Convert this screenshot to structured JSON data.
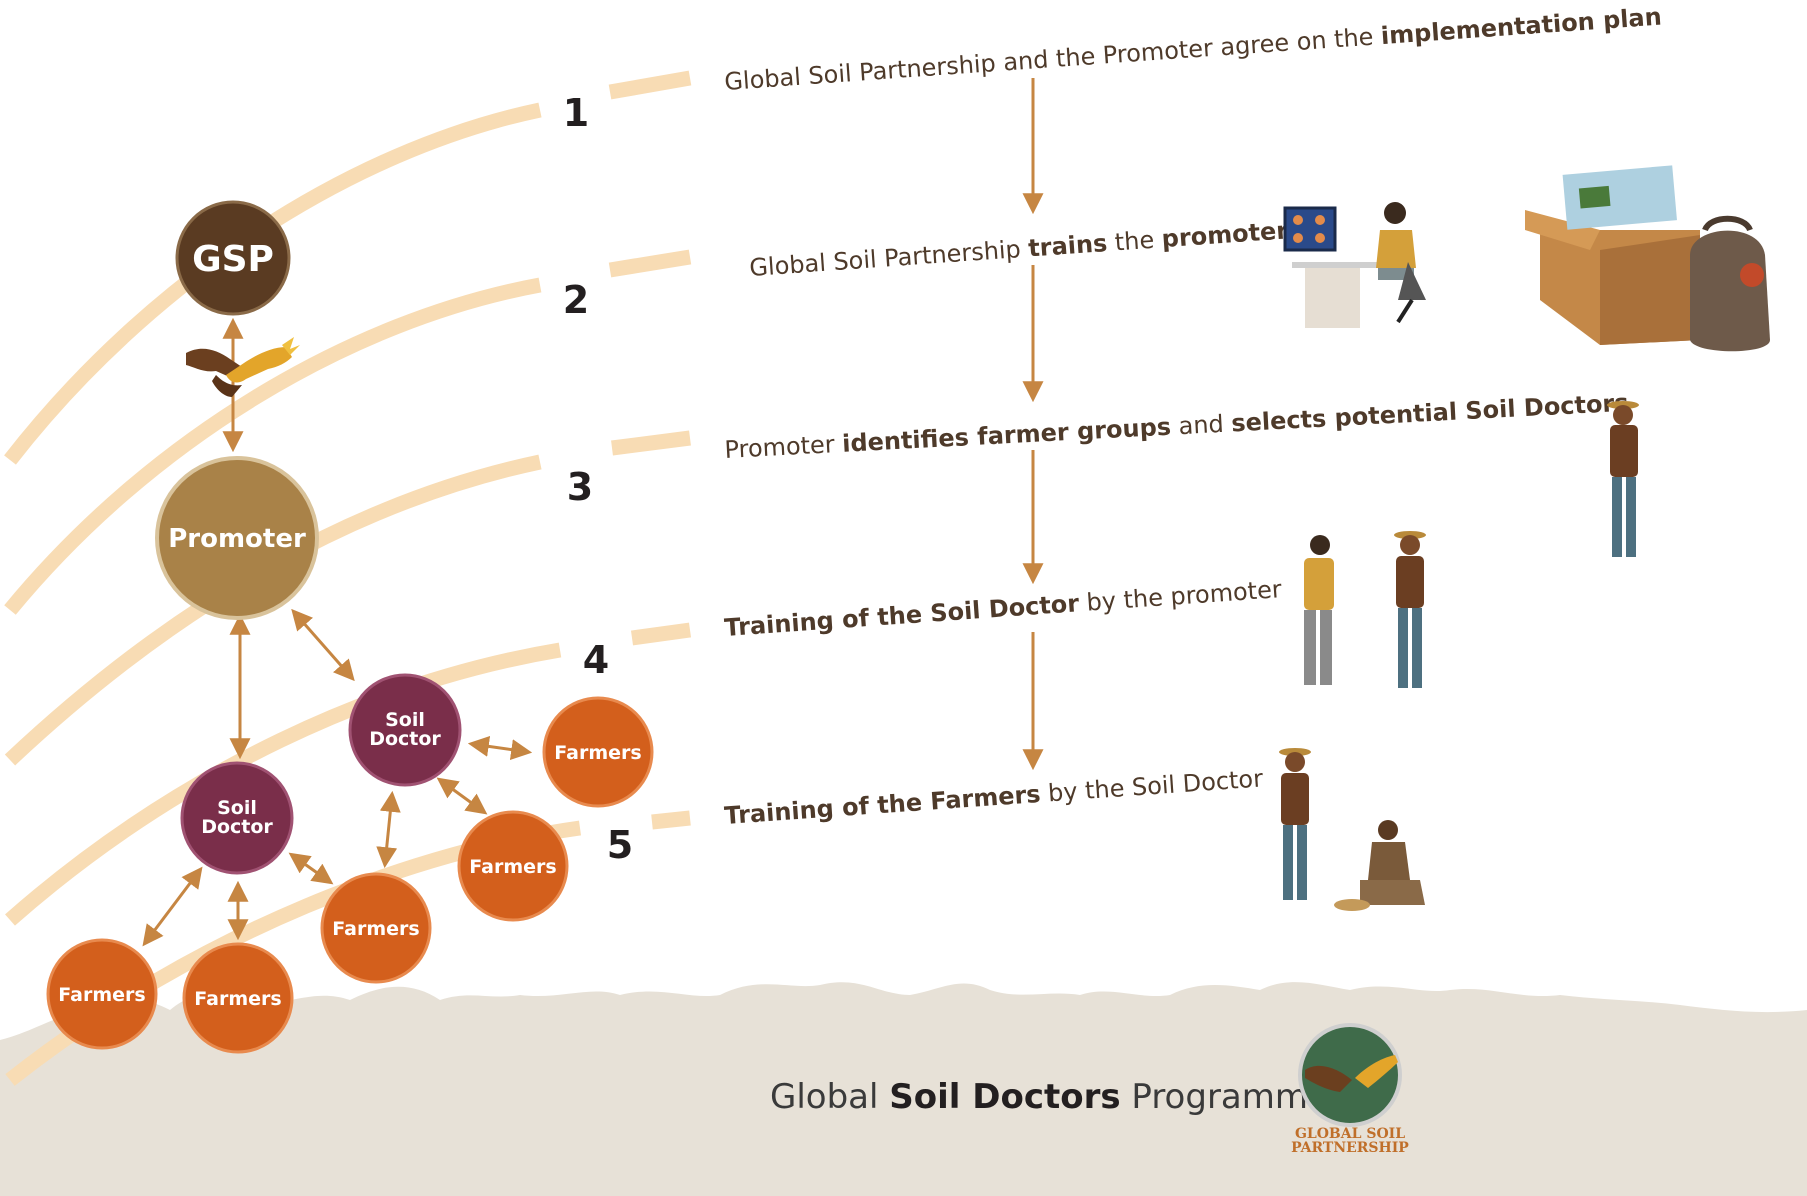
{
  "colors": {
    "arc": "#f8dcb4",
    "gsp": "#5a3b22",
    "promoter": "#a98248",
    "soil_doctor": "#7a2e4a",
    "farmers": "#d35f1c",
    "arrow": "#c68642",
    "text": "#4e3a2a",
    "ground": "#e7e1d7"
  },
  "nodes": {
    "gsp": "GSP",
    "promoter": "Promoter",
    "soil_doctor_1": [
      "Soil",
      "Doctor"
    ],
    "soil_doctor_2": [
      "Soil",
      "Doctor"
    ],
    "farmers": [
      "Farmers",
      "Farmers",
      "Farmers",
      "Farmers",
      "Farmers"
    ]
  },
  "steps": [
    {
      "number": "1",
      "parts": [
        {
          "text": "Global Soil Partnership and the Promoter agree on the ",
          "bold": false
        },
        {
          "text": "implementation plan",
          "bold": true
        }
      ]
    },
    {
      "number": "2",
      "parts": [
        {
          "text": "Global Soil Partnership ",
          "bold": false
        },
        {
          "text": "trains",
          "bold": true
        },
        {
          "text": " the ",
          "bold": false
        },
        {
          "text": "promoter",
          "bold": true
        }
      ]
    },
    {
      "number": "3",
      "parts": [
        {
          "text": "Promoter ",
          "bold": false
        },
        {
          "text": "identifies farmer groups",
          "bold": true
        },
        {
          "text": " and ",
          "bold": false
        },
        {
          "text": "selects potential Soil Doctors",
          "bold": true
        }
      ]
    },
    {
      "number": "4",
      "parts": [
        {
          "text": "Training of the Soil Doctor",
          "bold": true
        },
        {
          "text": " by the promoter",
          "bold": false
        }
      ]
    },
    {
      "number": "5",
      "parts": [
        {
          "text": "Training of the Farmers",
          "bold": true
        },
        {
          "text": " by the Soil Doctor",
          "bold": false
        }
      ]
    }
  ],
  "footer": {
    "prefix": "Global ",
    "bold": "Soil Doctors",
    "suffix": " Programme"
  },
  "logo": {
    "line1": "GLOBAL SOIL",
    "line2": "PARTNERSHIP"
  },
  "icons": {
    "handshake": "handshake-icon",
    "arrow": "arrow-down-icon"
  }
}
